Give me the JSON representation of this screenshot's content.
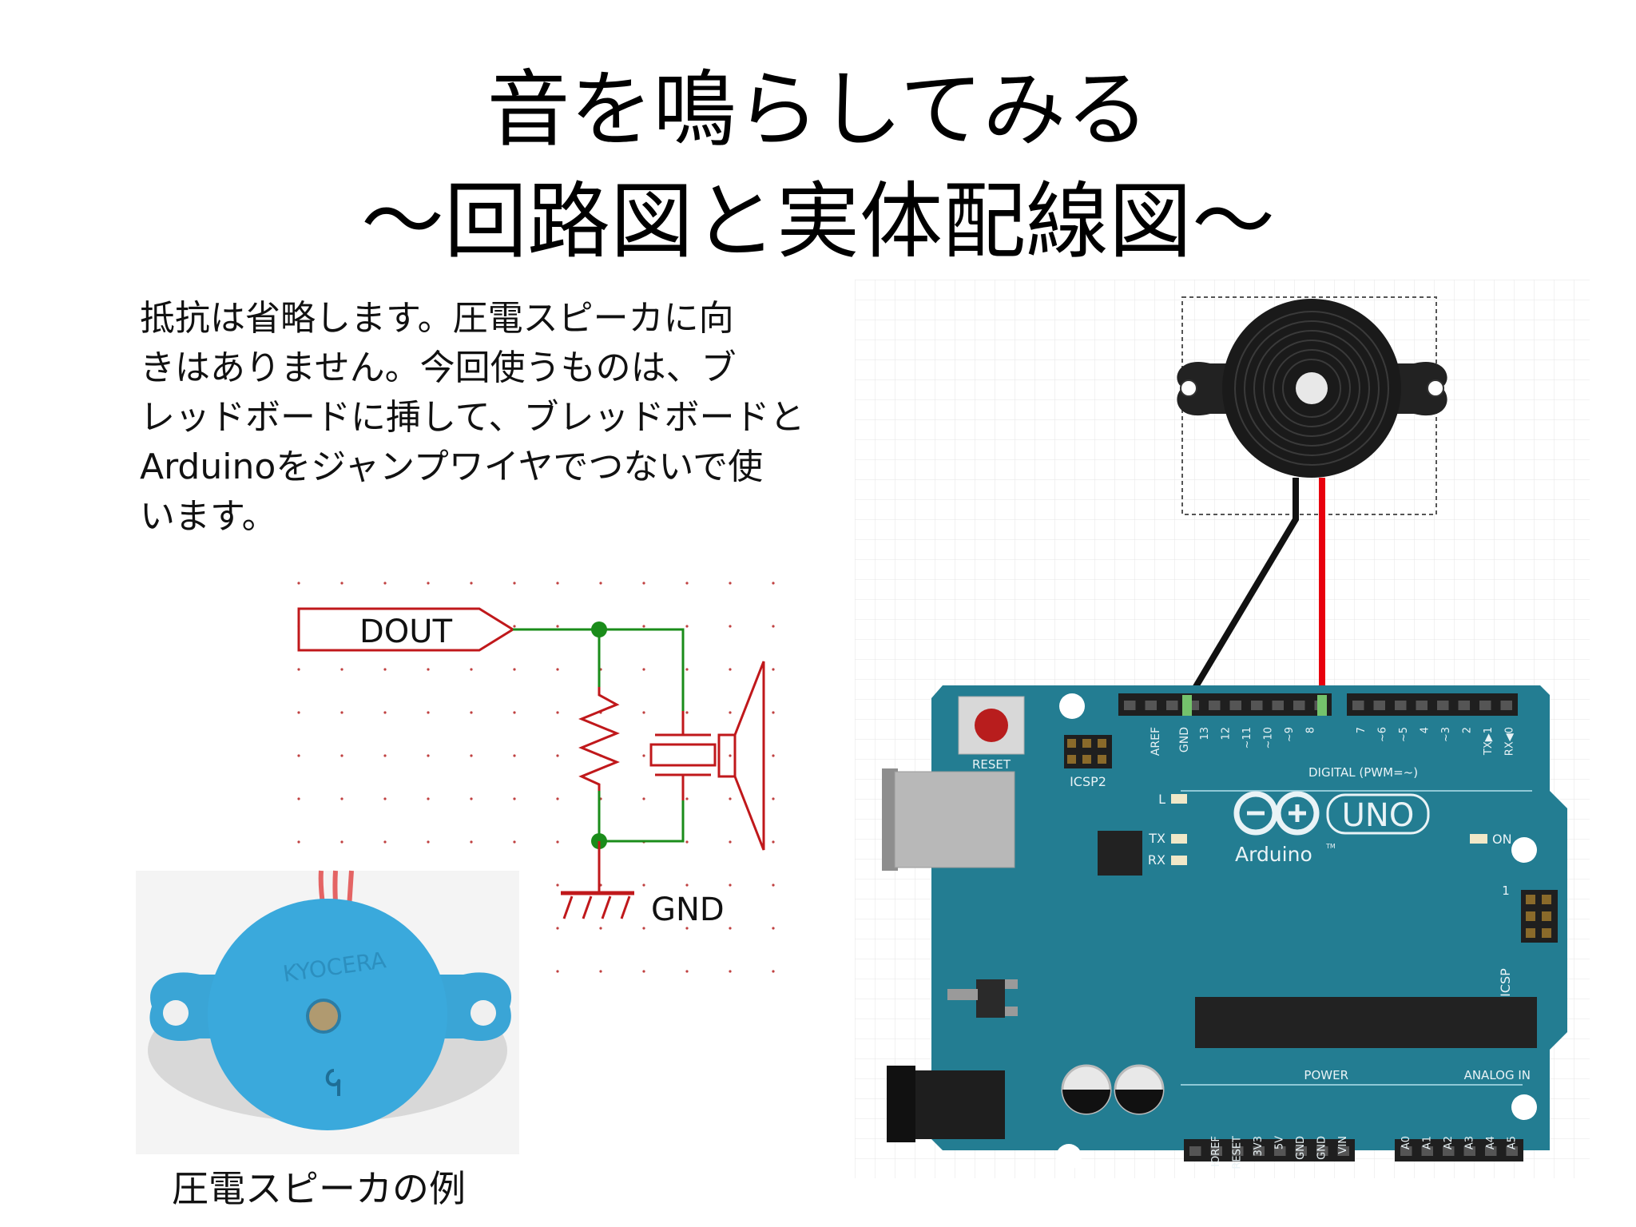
{
  "slide": {
    "title_line1": "音を鳴らしてみる",
    "title_line2": "～回路図と実体配線図～",
    "description": "抵抗は省略します。圧電スピーカに向\nきはありません。今回使うものは、ブ\nレッドボードに挿して、ブレッドボードと\nArduinoをジャンプワイヤでつないで使\nいます。",
    "photo_caption": "圧電スピーカの例"
  },
  "schematic": {
    "net_label": "DOUT",
    "ground_label": "GND",
    "wire_color": "#1a8c1a",
    "component_color": "#c0181b"
  },
  "photo": {
    "markings": "KYOCERA"
  },
  "breadboard": {
    "wire_black_color": "#111111",
    "wire_red_color": "#e8000d",
    "board_color": "#237d92",
    "board": {
      "reset": "RESET",
      "icsp2": "ICSP2",
      "aref": "AREF",
      "gnd": "GND",
      "digital_pins": [
        "13",
        "12",
        "~11",
        "~10",
        "~9",
        "8",
        "7",
        "~6",
        "~5",
        "4",
        "~3",
        "2",
        "TX▶1",
        "RX◀0"
      ],
      "digital_label": "DIGITAL (PWM=~)",
      "led_l": "L",
      "led_tx": "TX",
      "led_rx": "RX",
      "logo_text": "Arduino",
      "tm": "TM",
      "uno": "UNO",
      "on": "ON",
      "icsp": "ICSP",
      "icsp_pin1": "1",
      "power_label": "POWER",
      "power_pins": [
        "IOREF",
        "RESET",
        "3V3",
        "5V",
        "GND",
        "GND",
        "VIN"
      ],
      "analog_label": "ANALOG IN",
      "analog_pins": [
        "A0",
        "A1",
        "A2",
        "A3",
        "A4",
        "A5"
      ]
    }
  }
}
